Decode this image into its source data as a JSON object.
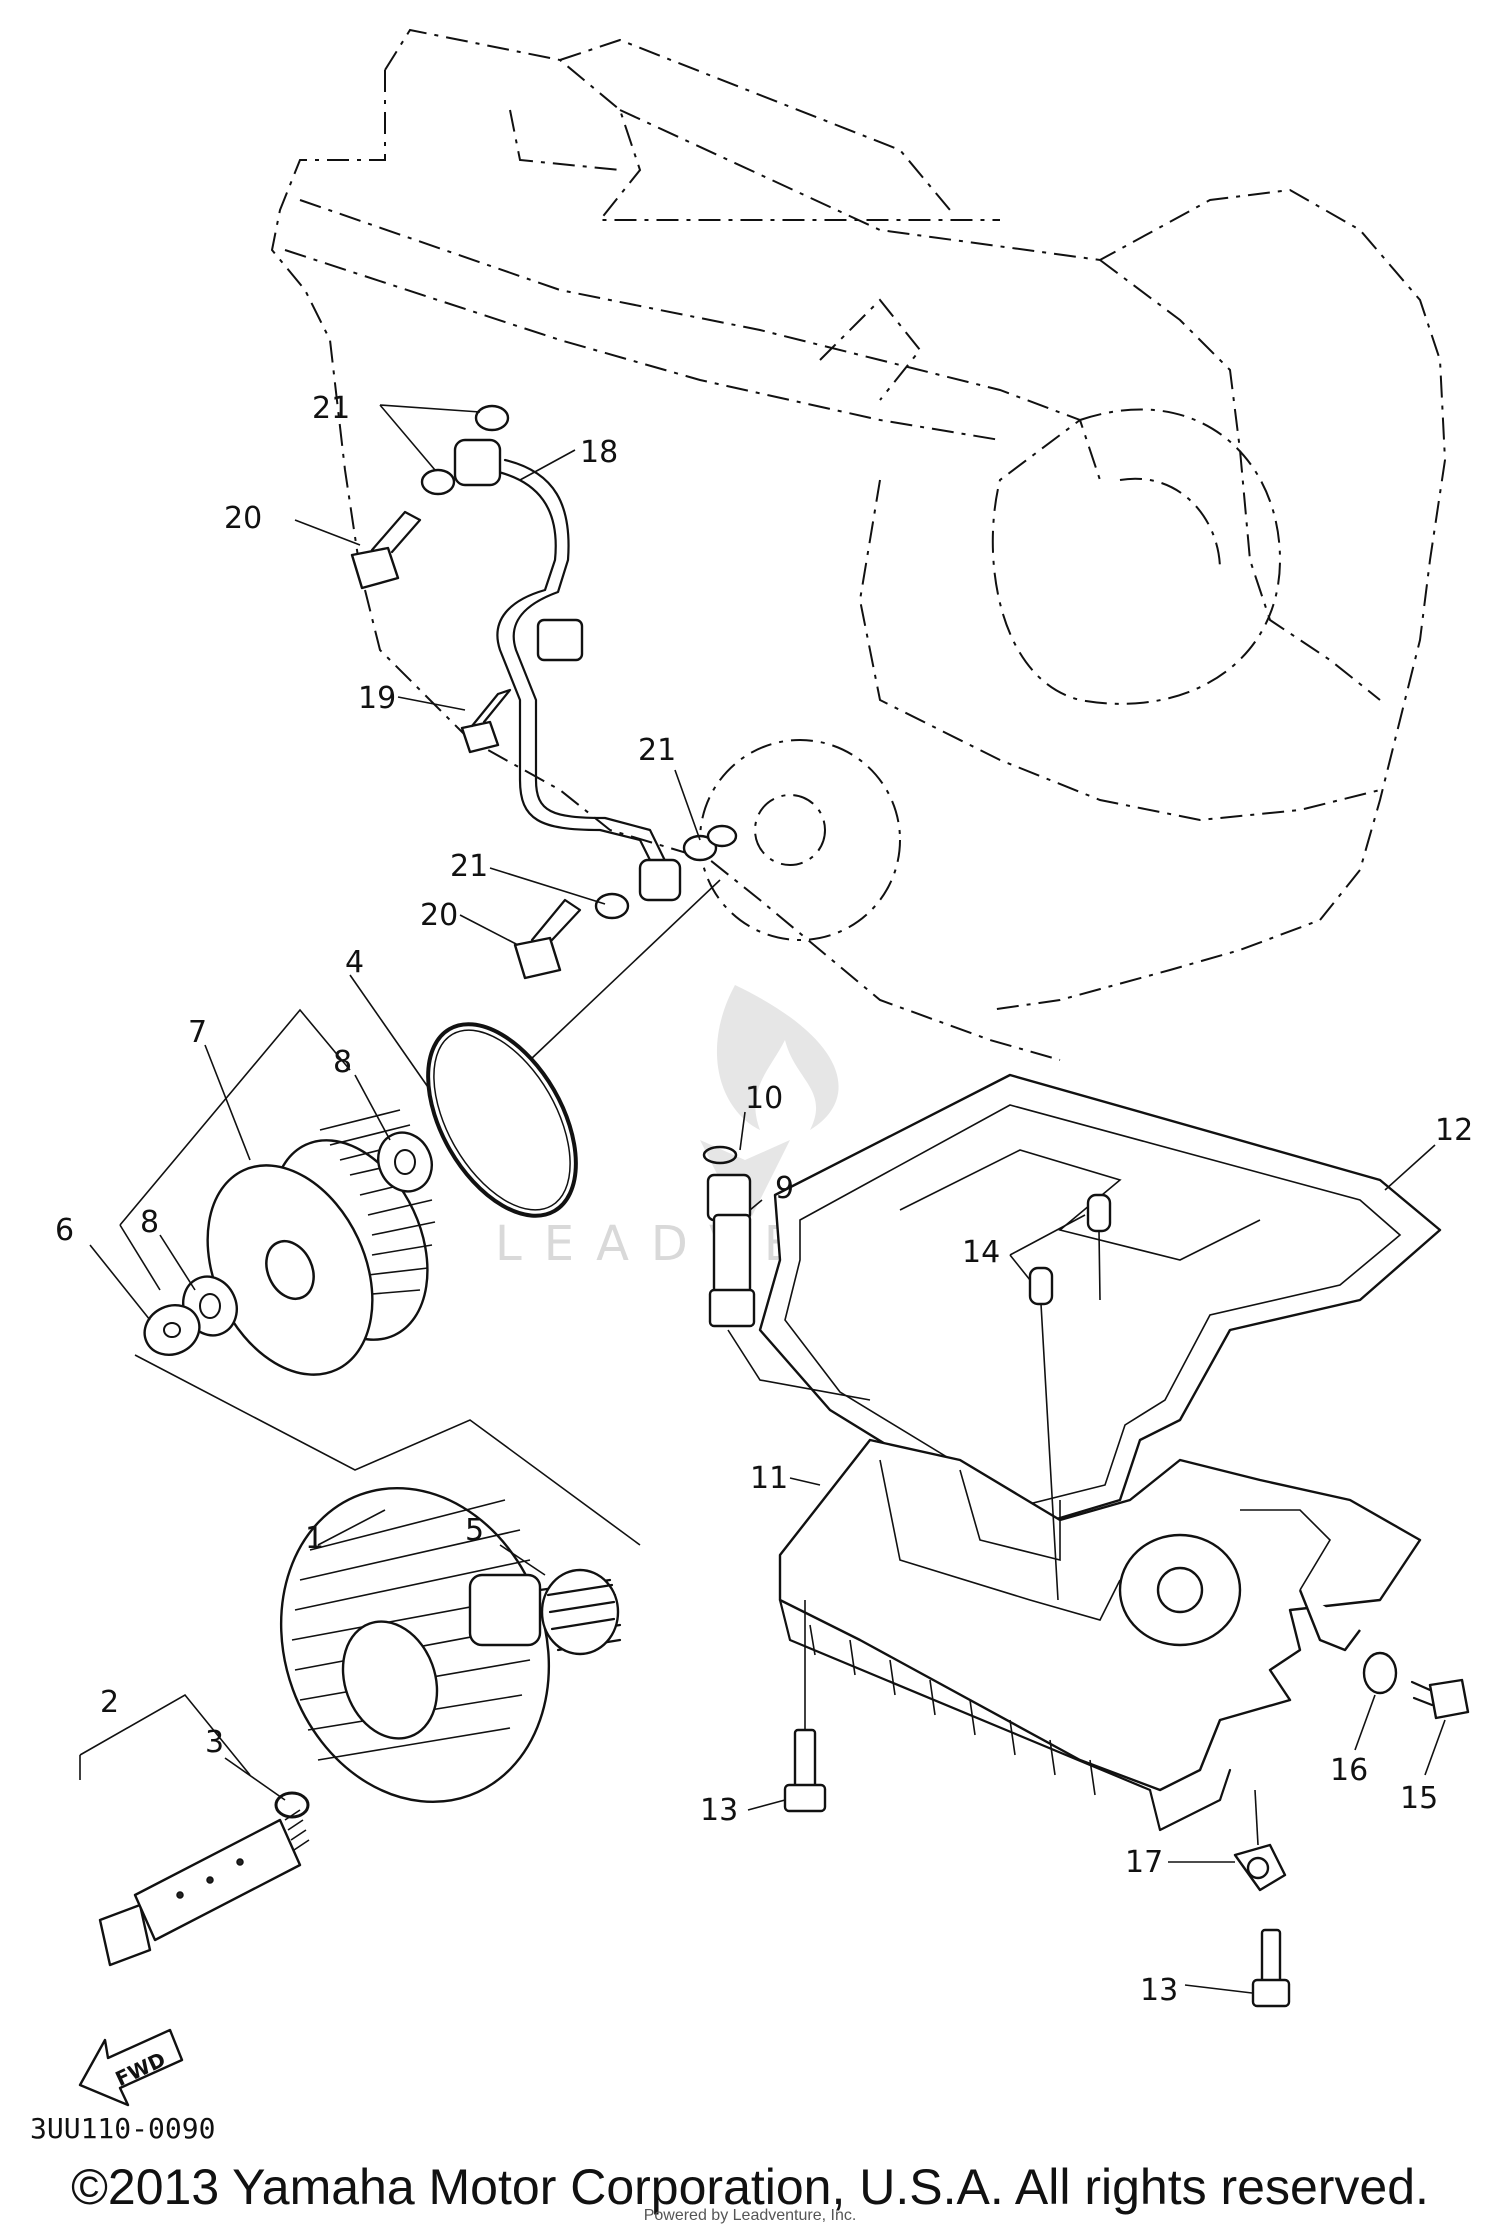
{
  "callouts": [
    {
      "id": "1",
      "text": "1"
    },
    {
      "id": "2",
      "text": "2"
    },
    {
      "id": "3",
      "text": "3"
    },
    {
      "id": "4",
      "text": "4"
    },
    {
      "id": "5",
      "text": "5"
    },
    {
      "id": "6",
      "text": "6"
    },
    {
      "id": "7",
      "text": "7"
    },
    {
      "id": "8a",
      "text": "8"
    },
    {
      "id": "8b",
      "text": "8"
    },
    {
      "id": "9",
      "text": "9"
    },
    {
      "id": "10",
      "text": "10"
    },
    {
      "id": "11",
      "text": "11"
    },
    {
      "id": "12",
      "text": "12"
    },
    {
      "id": "13a",
      "text": "13"
    },
    {
      "id": "13b",
      "text": "13"
    },
    {
      "id": "14",
      "text": "14"
    },
    {
      "id": "15",
      "text": "15"
    },
    {
      "id": "16",
      "text": "16"
    },
    {
      "id": "17",
      "text": "17"
    },
    {
      "id": "18",
      "text": "18"
    },
    {
      "id": "19",
      "text": "19"
    },
    {
      "id": "20a",
      "text": "20"
    },
    {
      "id": "20b",
      "text": "20"
    },
    {
      "id": "21a",
      "text": "21"
    },
    {
      "id": "21b",
      "text": "21"
    },
    {
      "id": "21c",
      "text": "21"
    }
  ],
  "fwd_label": "FWD",
  "diagram_code": "3UU110-0090",
  "watermark": "LEADVENTURE",
  "copyright": "©2013 Yamaha Motor Corporation, U.S.A. All rights reserved.",
  "subline": "Powered by Leadventure, Inc."
}
